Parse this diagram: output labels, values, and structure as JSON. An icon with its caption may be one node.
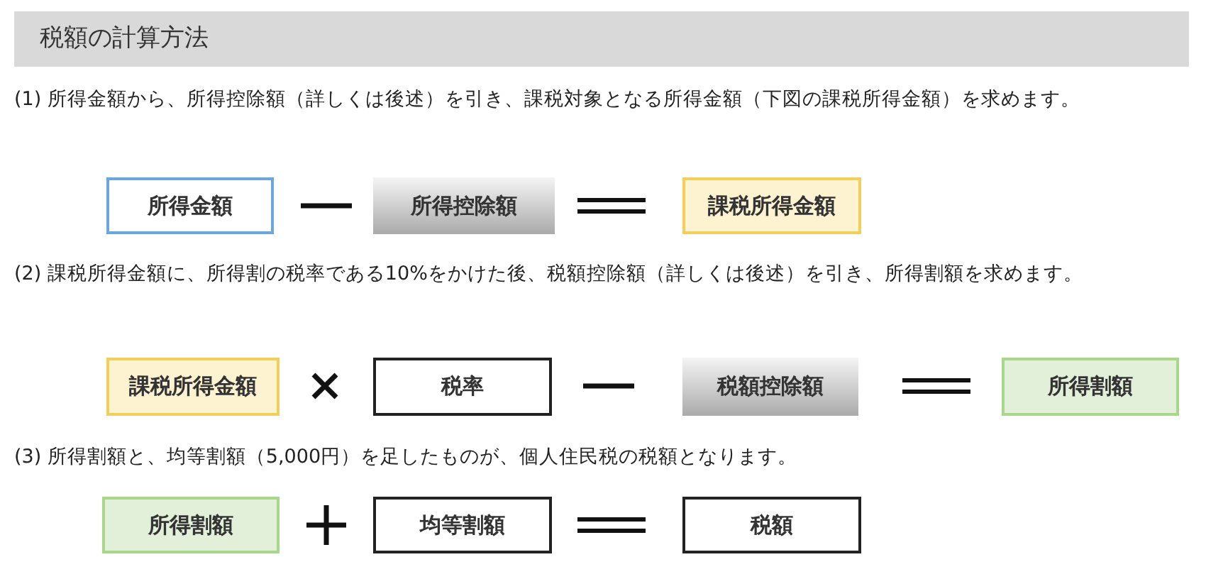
{
  "diagram": {
    "title": "税額の計算方法",
    "nodes": [
      {
        "text": [
          "所得金額"
        ]
      },
      {
        "text": [
          "所得控除額"
        ]
      },
      {
        "text": [
          "課税所得金額"
        ]
      },
      {
        "text": [
          "課税所得金額"
        ]
      },
      {
        "text": [
          "税率"
        ]
      },
      {
        "text": [
          "税額控除額"
        ]
      },
      {
        "text": [
          "所得割額"
        ]
      },
      {
        "text": [
          "所得割額"
        ]
      },
      {
        "text": [
          "均等割額"
        ]
      },
      {
        "text": [
          "税額"
        ]
      }
    ],
    "labels": [
      "(1) 所得金額から、所得控除額（詳しくは後述）を引き、課税対象となる所得金額（下図の課税所得金額）を求めます。",
      "(2) 課税所得金額に、所得割の税率である10%をかけた後、税額控除額（詳しくは後述）を引き、所得割額を求めます。",
      "(3) 所得割額と、均等割額（5,000円）を足したものが、個人住民税の税額となります。"
    ]
  }
}
